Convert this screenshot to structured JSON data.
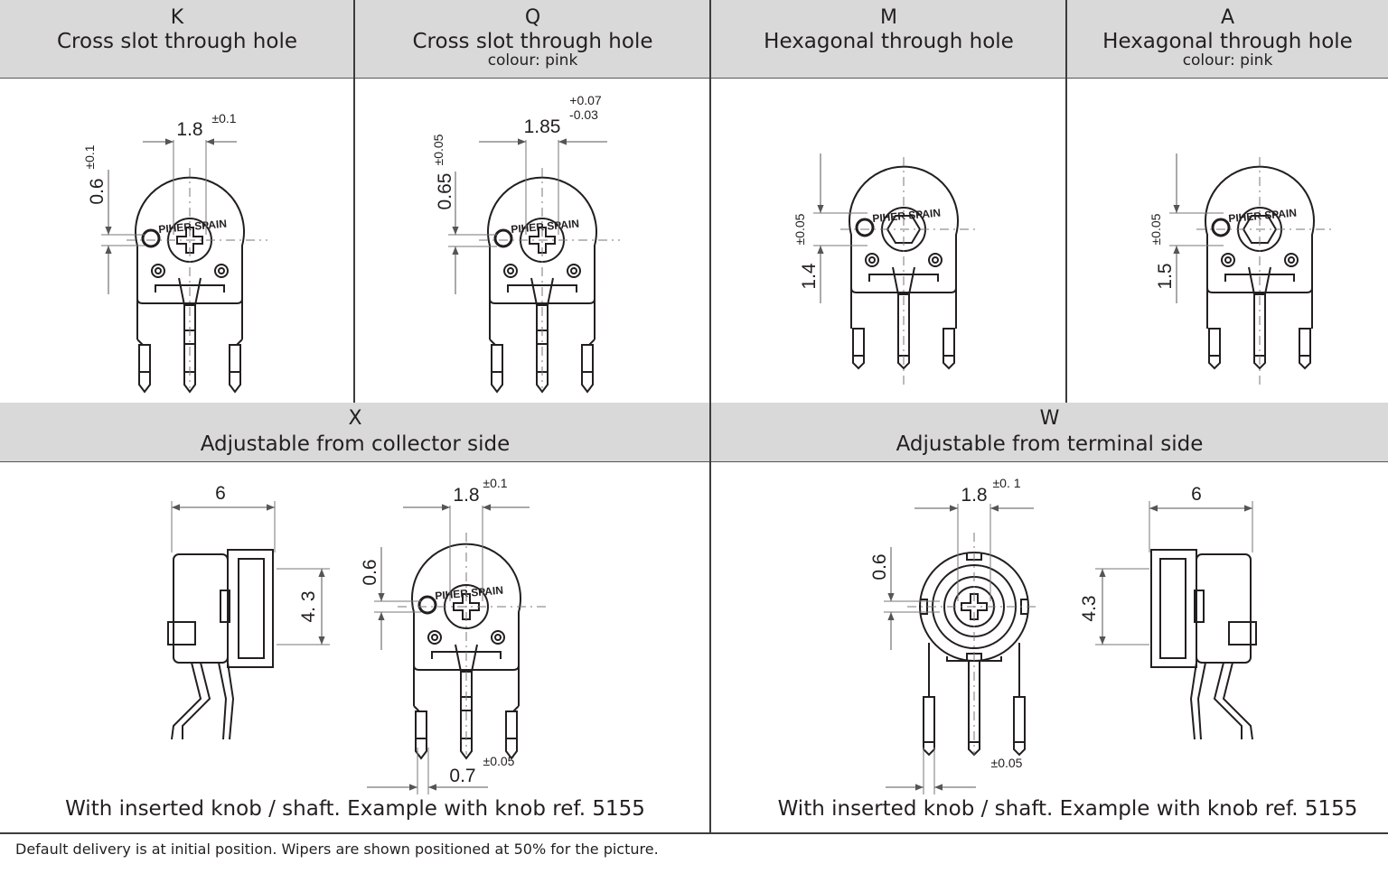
{
  "headers": [
    {
      "code": "K",
      "title": "Cross slot through hole",
      "sub": ""
    },
    {
      "code": "Q",
      "title": "Cross slot through hole",
      "sub": "colour: pink"
    },
    {
      "code": "M",
      "title": "Hexagonal through hole",
      "sub": ""
    },
    {
      "code": "A",
      "title": "Hexagonal through hole",
      "sub": "colour: pink"
    }
  ],
  "bottom_headers": [
    {
      "code": "X",
      "title": "Adjustable from collector side"
    },
    {
      "code": "W",
      "title": "Adjustable from terminal side"
    }
  ],
  "brand_text": "PIHER SPAIN",
  "dims": {
    "k_width": "1.8",
    "k_width_tol": "±0.1",
    "k_offset": "0.6",
    "k_offset_tol": "±0.1",
    "q_width": "1.85",
    "q_width_tol_plus": "+0.07",
    "q_width_tol_minus": "-0.03",
    "q_offset": "0.65",
    "q_offset_tol": "±0.05",
    "m_offset": "1.4",
    "m_offset_tol": "±0.05",
    "a_offset": "1.5",
    "a_offset_tol": "±0.05",
    "x_len": "6",
    "x_height": "4. 3",
    "x_width": "1.8",
    "x_width_tol": "±0.1",
    "x_offset": "0.6",
    "x_pin": "0.7",
    "x_pin_tol": "±0.05",
    "w_width": "1.8",
    "w_width_tol": "±0. 1",
    "w_offset": "0.6",
    "w_pin_tol": "±0.05",
    "w_len": "6",
    "w_height": "4.3"
  },
  "captions": {
    "x": "With inserted knob / shaft. Example with knob ref. 5155",
    "w": "With inserted knob / shaft. Example with knob ref. 5155"
  },
  "footnote": "Default delivery is at initial position. Wipers are shown positioned at 50% for the picture."
}
